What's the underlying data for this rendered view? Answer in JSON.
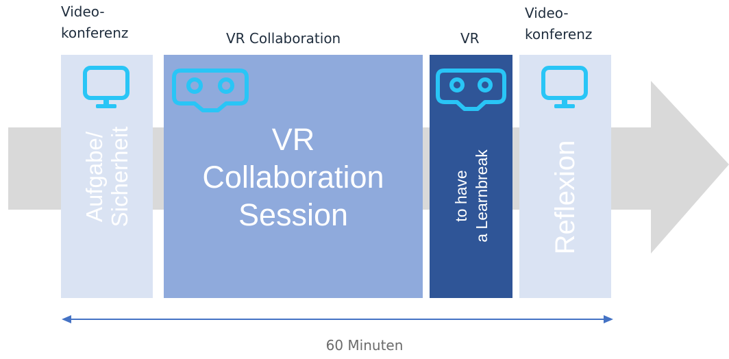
{
  "phases": [
    {
      "label_lines": [
        "Video-",
        "konferenz"
      ],
      "content_lines": [
        "Aufgabe/",
        "Sicherheit"
      ],
      "icon": "monitor-icon"
    },
    {
      "label": "VR Collaboration",
      "content_lines": [
        "VR",
        "Collaboration",
        "Session"
      ],
      "icon": "vr-headset-icon"
    },
    {
      "label": "VR",
      "content_lines": [
        "to have",
        "a Learnbreak"
      ],
      "icon": "vr-headset-icon"
    },
    {
      "label_lines": [
        "Video-",
        "konferenz"
      ],
      "content_lines": [
        "Reflexion"
      ],
      "icon": "monitor-icon"
    }
  ],
  "duration": "60 Minuten",
  "colors": {
    "arrow": "#d9d9d9",
    "light_block": "#dae3f3",
    "medium_block": "#8faadc",
    "dark_block": "#2f5597",
    "icon": "#29c5f6",
    "timeline": "#4472c4"
  }
}
